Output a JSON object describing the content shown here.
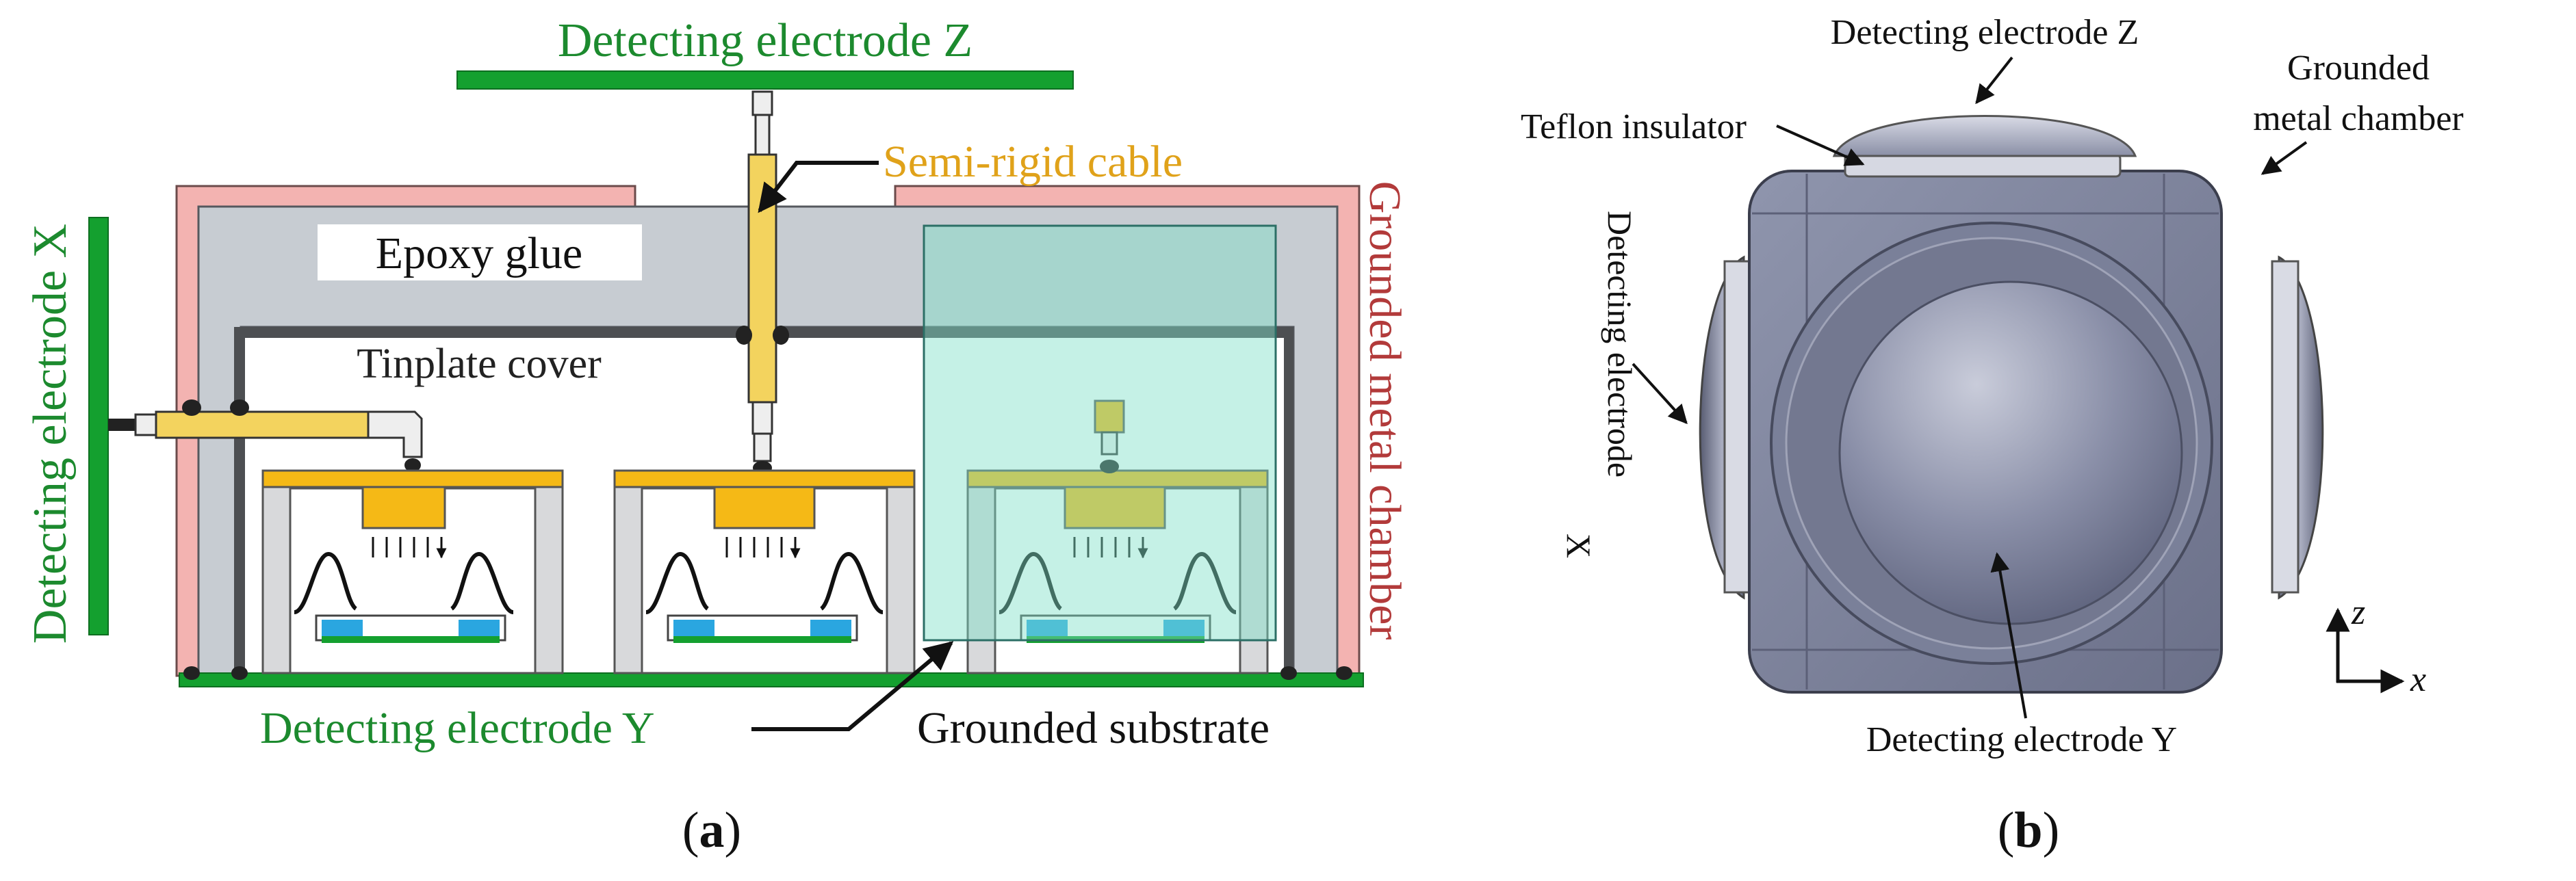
{
  "colors": {
    "electrode_green": "#14a02f",
    "label_green": "#1c8a2e",
    "cable_gold": "#f3d35e",
    "label_gold": "#e0a21a",
    "chamber_pink": "#f3b3b1",
    "label_red": "#b23a3a",
    "epoxy_gray": "#c7ccd2",
    "cover_dark": "#4d4f52",
    "overlay_teal": "#9be7d5",
    "chip_blue": "#2aa6e0",
    "cube_body": "#7b819b"
  },
  "panel_a": {
    "caption_open": "(",
    "caption_letter": "a",
    "caption_close": ")",
    "labels": {
      "electrode_z": "Detecting electrode Z",
      "semi_rigid_cable": "Semi-rigid cable",
      "epoxy_glue": "Epoxy glue",
      "tinplate_cover": "Tinplate cover",
      "electrode_x": "Detecting electrode X",
      "grounded_chamber": "Grounded metal chamber",
      "electrode_y": "Detecting electrode Y",
      "grounded_substrate": "Grounded substrate"
    }
  },
  "panel_b": {
    "caption_open": "(",
    "caption_letter": "b",
    "caption_close": ")",
    "labels": {
      "electrode_z": "Detecting electrode Z",
      "teflon": "Teflon insulator",
      "grounded_line1": "Grounded",
      "grounded_line2": "metal chamber",
      "electrode_x_line1": "Detecting electrode",
      "electrode_x_line2": "X",
      "electrode_y": "Detecting electrode Y",
      "axis_z": "z",
      "axis_x": "x"
    }
  }
}
